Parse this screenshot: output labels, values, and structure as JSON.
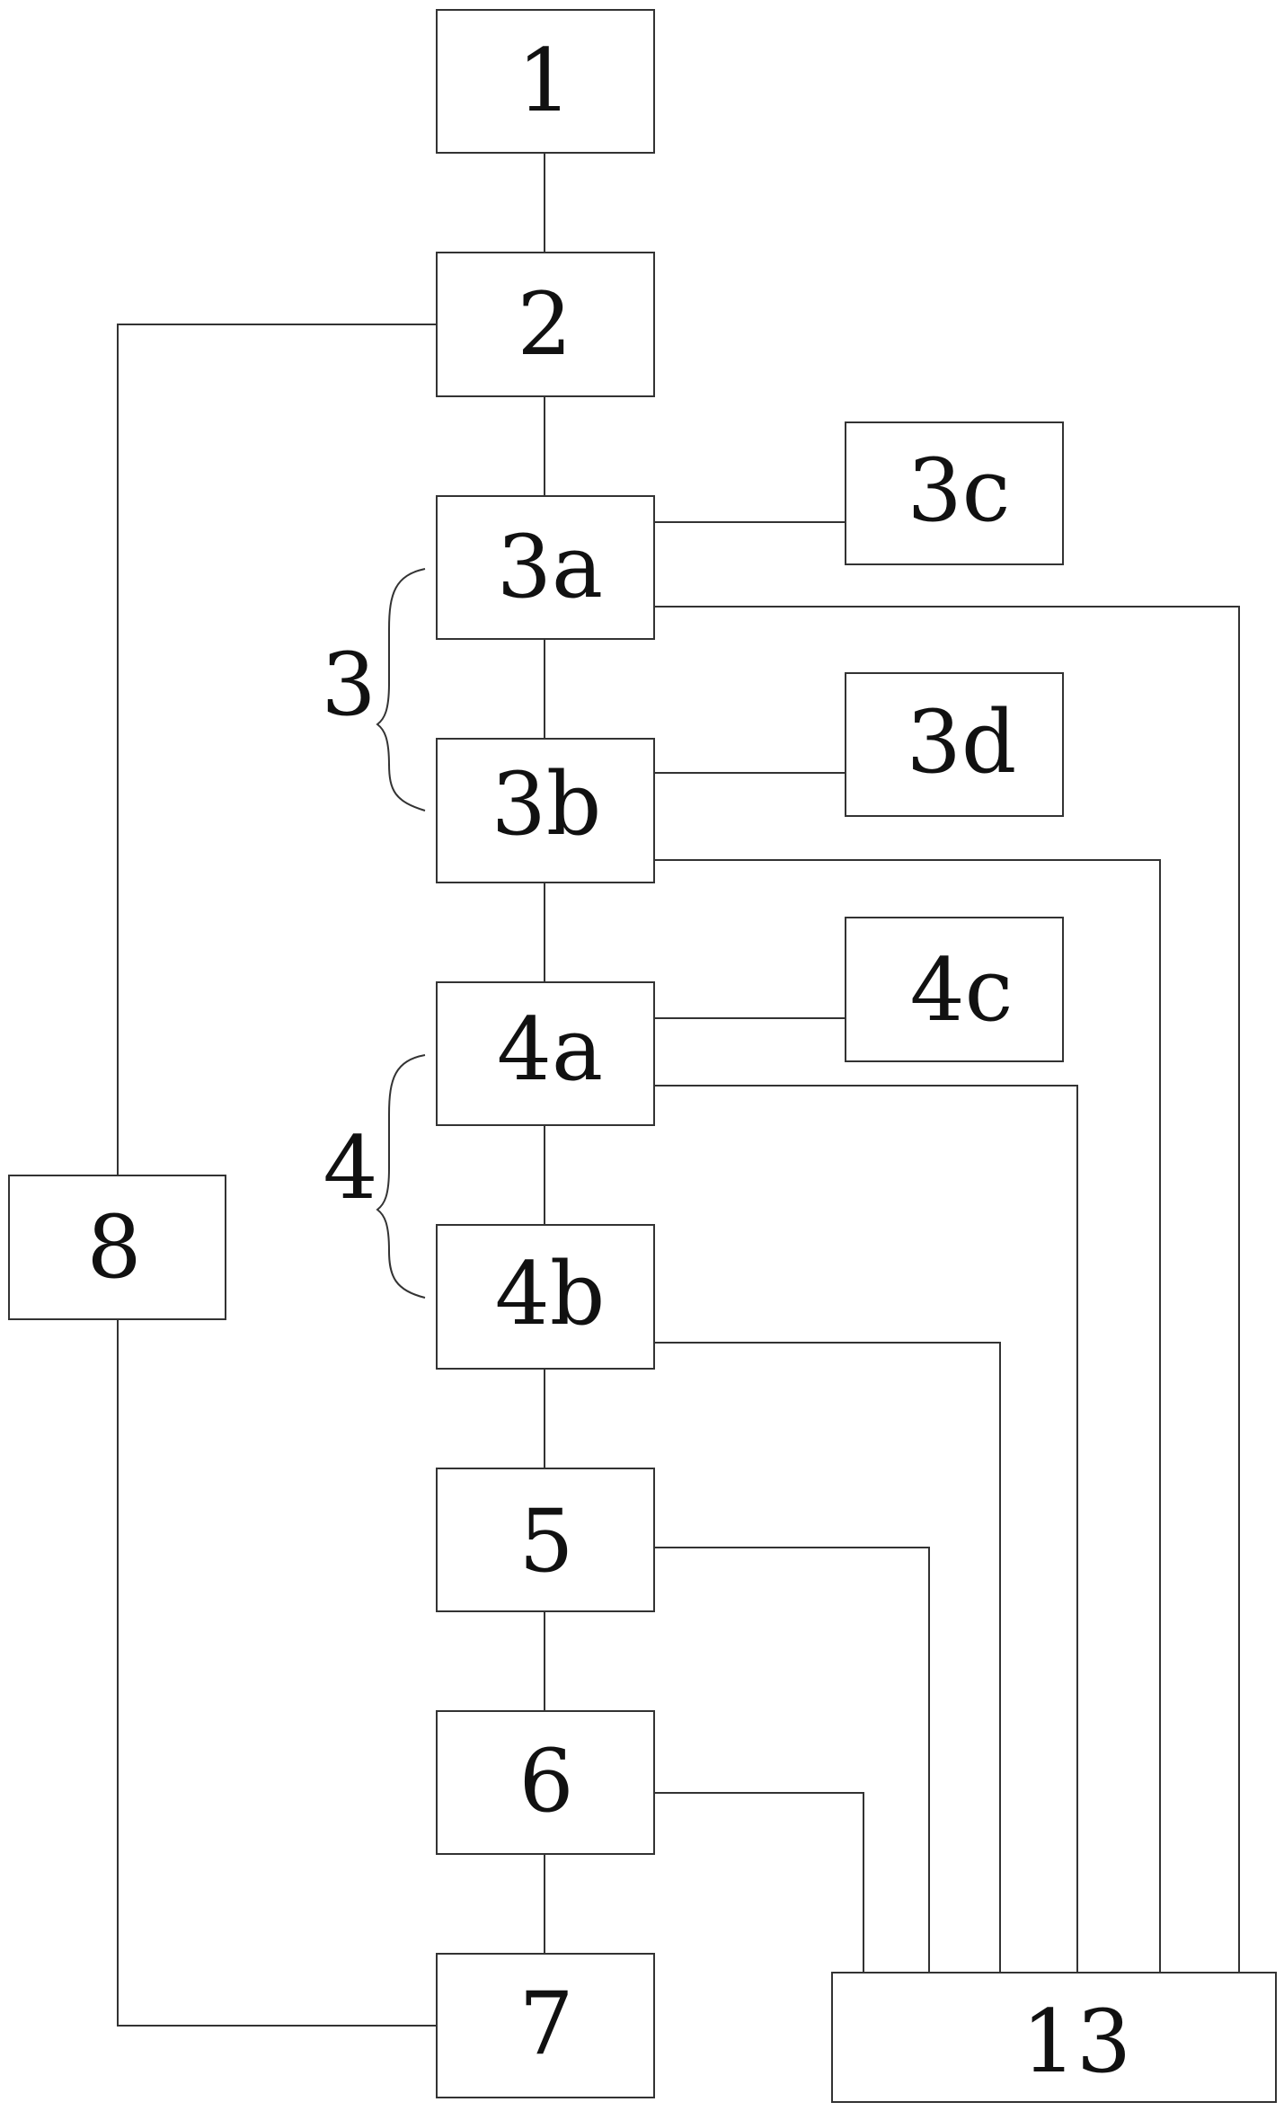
{
  "diagram": {
    "blocks": [
      {
        "id": "b1",
        "label": "1"
      },
      {
        "id": "b2",
        "label": "2"
      },
      {
        "id": "b3a",
        "label": "3a"
      },
      {
        "id": "b3b",
        "label": "3b"
      },
      {
        "id": "b3c",
        "label": "3c"
      },
      {
        "id": "b3d",
        "label": "3d"
      },
      {
        "id": "b4a",
        "label": "4a"
      },
      {
        "id": "b4b",
        "label": "4b"
      },
      {
        "id": "b4c",
        "label": "4c"
      },
      {
        "id": "b5",
        "label": "5"
      },
      {
        "id": "b6",
        "label": "6"
      },
      {
        "id": "b7",
        "label": "7"
      },
      {
        "id": "b8",
        "label": "8"
      },
      {
        "id": "b13",
        "label": "13"
      }
    ],
    "groups": [
      {
        "id": "g3",
        "label": "3"
      },
      {
        "id": "g4",
        "label": "4"
      }
    ]
  }
}
